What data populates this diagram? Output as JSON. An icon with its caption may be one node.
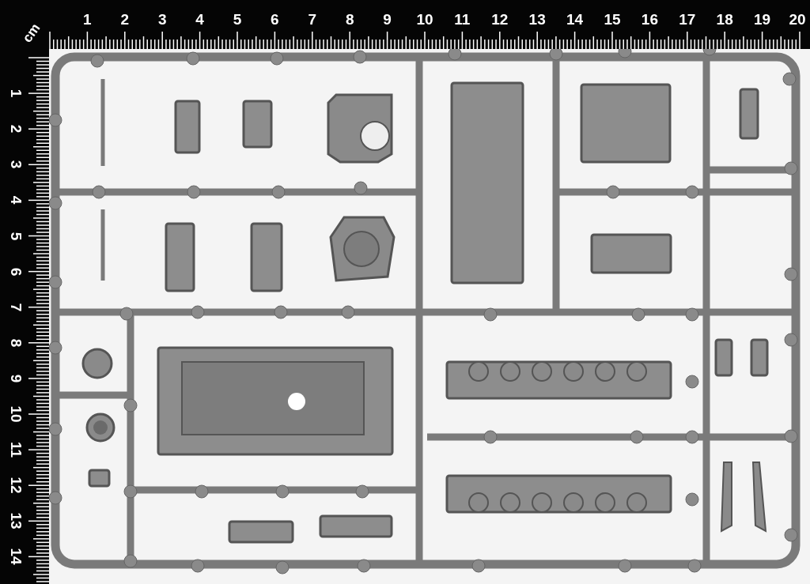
{
  "diagram": {
    "labels": [
      "cm",
      "1",
      "2",
      "3",
      "4",
      "5",
      "6",
      "7",
      "8",
      "9",
      "10",
      "11",
      "12",
      "13",
      "14",
      "15",
      "16",
      "17",
      "18",
      "19",
      "20",
      "1",
      "2",
      "3",
      "4",
      "5",
      "6",
      "7",
      "8",
      "9",
      "10",
      "11",
      "12",
      "13",
      "14"
    ]
  }
}
